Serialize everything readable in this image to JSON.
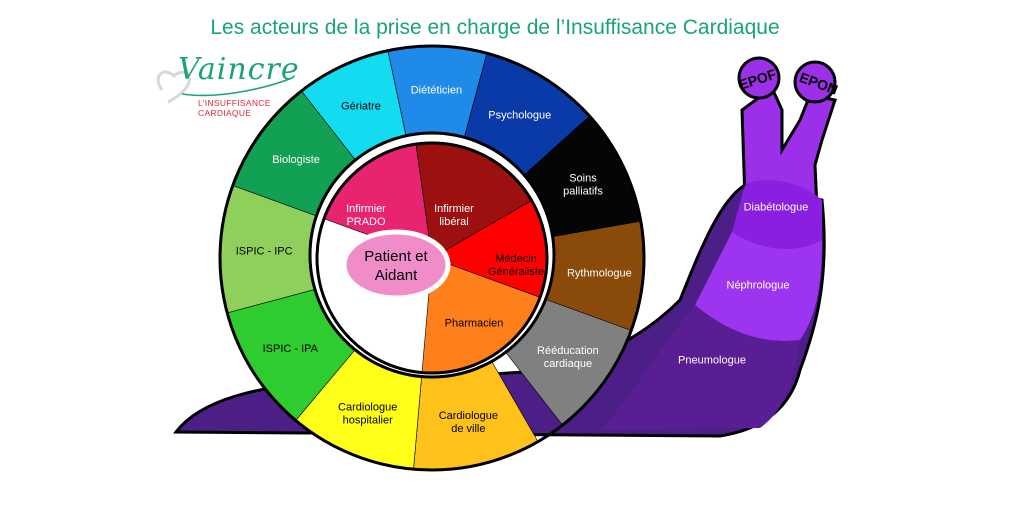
{
  "title": "Les acteurs de la prise en charge de l’Insuffisance Cardiaque",
  "logo": {
    "word": "Vaincre",
    "subtitle": "L’INSUFFISANCE CARDIAQUE"
  },
  "center": {
    "line1": "Patient et",
    "line2": "Aidant"
  },
  "tentacles": {
    "left": "EPOF",
    "right": "EPON"
  },
  "inner_ring": [
    {
      "lines": [
        "Infirmier",
        "PRADO"
      ],
      "color": "#e8236f"
    },
    {
      "lines": [
        "Infirmier",
        "libéral"
      ],
      "color": "#9c1010"
    },
    {
      "lines": [
        "Médecin",
        "Généraliste"
      ],
      "color": "#ff0000"
    },
    {
      "lines": [
        "Pharmacien"
      ],
      "color": "#ff7f1a"
    }
  ],
  "outer_ring": [
    {
      "lines": [
        "Cardiologue",
        "de ville"
      ],
      "color": "#ffc21a"
    },
    {
      "lines": [
        "Cardiologue",
        "hospitalier"
      ],
      "color": "#ffff1a"
    },
    {
      "lines": [
        "ISPIC - IPA"
      ],
      "color": "#2ecc2e"
    },
    {
      "lines": [
        "ISPIC - IPC"
      ],
      "color": "#8fcf5c"
    },
    {
      "lines": [
        "Biologiste"
      ],
      "color": "#12a055"
    },
    {
      "lines": [
        "Gériatre"
      ],
      "color": "#14dcf0"
    },
    {
      "lines": [
        "Diététicien"
      ],
      "color": "#1f8ae8"
    },
    {
      "lines": [
        "Psychologue"
      ],
      "color": "#0a3aa8"
    },
    {
      "lines": [
        "Soins",
        "palliatifs"
      ],
      "color": "#050505"
    },
    {
      "lines": [
        "Rythmologue"
      ],
      "color": "#8a4a0a"
    },
    {
      "lines": [
        "Rééducation",
        "cardiaque"
      ],
      "color": "#808080"
    }
  ],
  "body_segments": [
    {
      "lines": [
        "Diabétologue"
      ],
      "color": "#8a1fe0"
    },
    {
      "lines": [
        "Néphrologue"
      ],
      "color": "#9d35f0"
    },
    {
      "lines": [
        "Pneumologue"
      ],
      "color": "#5a1e94"
    }
  ],
  "colors": {
    "title": "#1aa37a",
    "logo": "#1aa37a",
    "logo_sub": "#e2283a",
    "body": "#4b1f86",
    "neck": "#9b30e8",
    "center": "#f08cc8"
  }
}
